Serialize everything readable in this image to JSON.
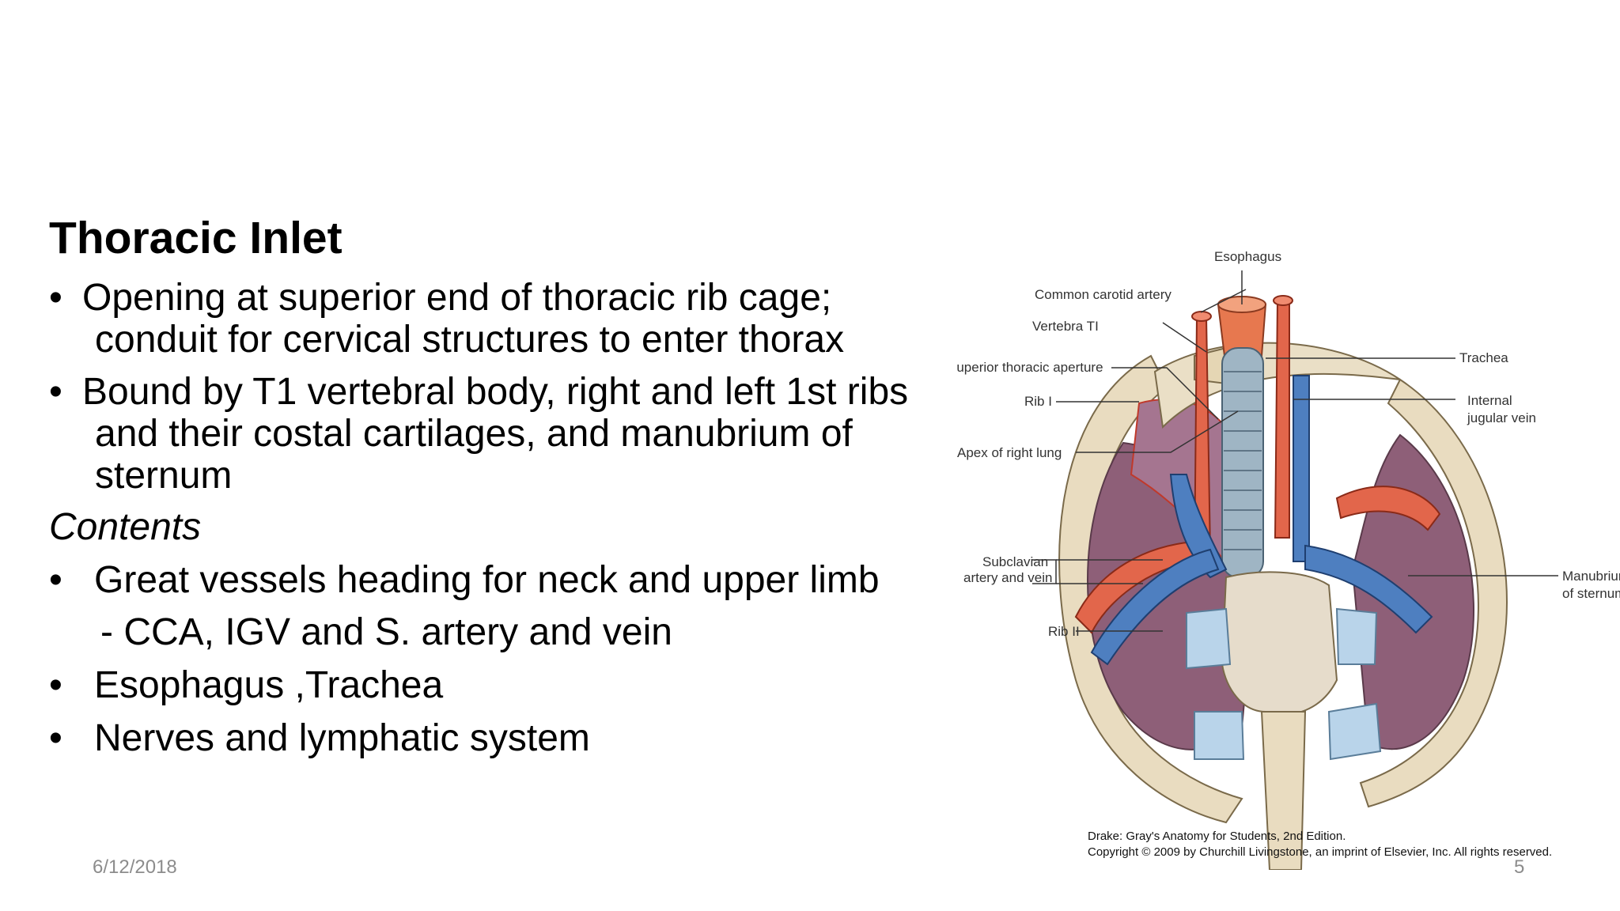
{
  "slide": {
    "title": "Thoracic Inlet",
    "bullets": [
      {
        "marker": "•",
        "lines": [
          "Opening at superior end of thoracic rib cage;",
          "conduit for cervical structures to enter thorax"
        ]
      },
      {
        "marker": "•",
        "lines": [
          "Bound by T1 vertebral body, right and left 1st ribs",
          "and their costal cartilages, and manubrium of",
          "sternum"
        ]
      }
    ],
    "contents_heading": "Contents",
    "contents": [
      {
        "marker": "•",
        "text": "Great vessels heading for neck and upper limb",
        "sub": "- CCA, IGV and S. artery and vein"
      },
      {
        "marker": "•",
        "text": "Esophagus ,Trachea"
      },
      {
        "marker": "•",
        "text": "Nerves and lymphatic system"
      }
    ],
    "date": "6/12/2018",
    "page_number": "5"
  },
  "figure": {
    "labels": {
      "esophagus": "Esophagus",
      "common_carotid": "Common carotid artery",
      "vertebra": "Vertebra TI",
      "superior_aperture": "Superior thoracic aperture",
      "trachea": "Trachea",
      "rib1": "Rib I",
      "internal_jugular_1": "Internal",
      "internal_jugular_2": "jugular vein",
      "apex_lung": "Apex of right lung",
      "subclavian_1": "Subclavian",
      "subclavian_2": "artery and vein",
      "manubrium_1": "Manubrium",
      "manubrium_2": "of sternum",
      "rib2": "Rib II"
    },
    "credit_line1": "Drake: Gray's Anatomy for Students, 2nd Edition.",
    "credit_line2": "Copyright © 2009 by Churchill Livingstone, an imprint of Elsevier, Inc. All rights reserved.",
    "colors": {
      "bone": "#e9dcc0",
      "lung": "#8e5f78",
      "artery": "#e2664b",
      "vein": "#4e7fc0",
      "cartilage": "#b9d4ea",
      "trachea": "#9fb5c4"
    }
  }
}
